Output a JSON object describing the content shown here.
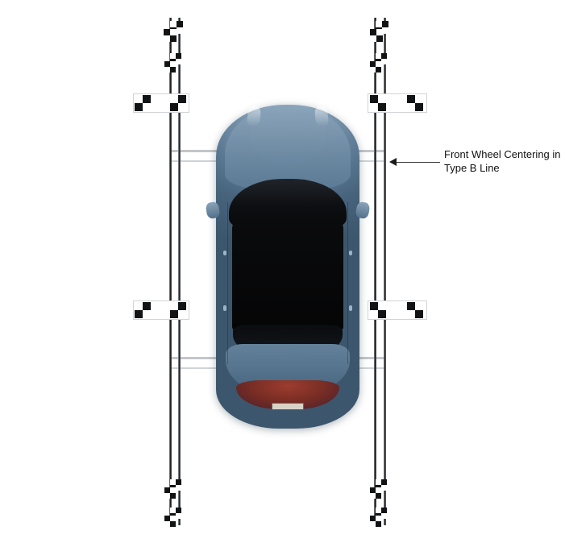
{
  "diagram": {
    "title": "Front Wheel Centering in Type B Line",
    "annotation": {
      "label": "Front Wheel Centering in\nType B Line",
      "arrow_direction": "left"
    },
    "colors": {
      "car_body": "#5d7b95",
      "car_highlight": "#8ca5bb",
      "car_dark_glass": "#0a0b0d",
      "taillight": "#7b2a20",
      "post_dark": "#1b1d1f",
      "post_light": "#9a9da1",
      "checker_black": "#121314",
      "checker_white": "#ffffff",
      "reference_line": "#b9bcc0",
      "annotation": "#1a1a1a",
      "background": "#ffffff"
    },
    "vehicle": {
      "view": "top-down",
      "type": "sedan",
      "parts": [
        "hood",
        "windshield",
        "roof",
        "rear-glass",
        "trunk",
        "taillight",
        "license-plate",
        "side-mirror-left",
        "side-mirror-right"
      ]
    },
    "rig": {
      "post_count": 2,
      "crossbar_count": 4,
      "reference_line_count": 2,
      "fiducial_type": "checkerboard",
      "posts": [
        "left-post",
        "right-post"
      ],
      "crossbars": [
        "upper-left-crossbar",
        "upper-right-crossbar",
        "lower-left-crossbar",
        "lower-right-crossbar"
      ]
    }
  }
}
